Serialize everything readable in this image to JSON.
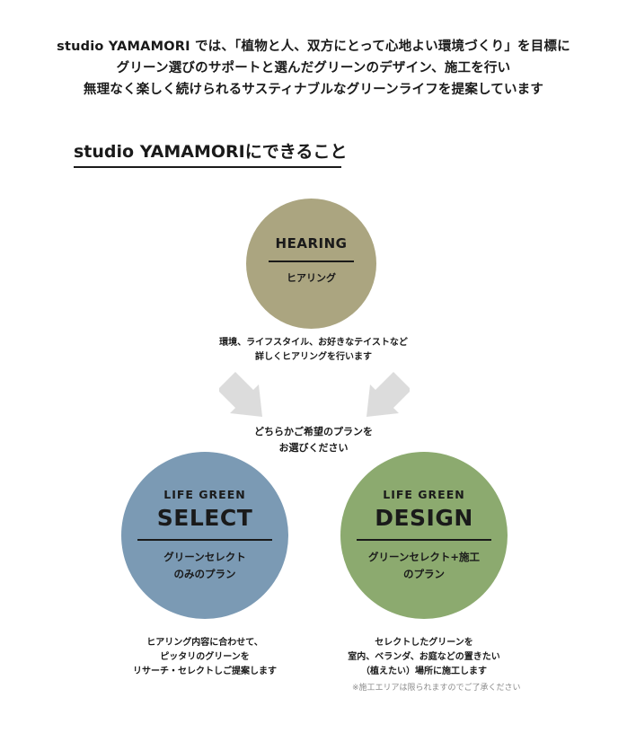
{
  "intro": {
    "line1": "studio YAMAMORI では、「植物と人、双方にとって心地よい環境づくり」を目標に",
    "line2": "グリーン選びのサポートと選んだグリーンのデザイン、施工を行い",
    "line3": "無理なく楽しく続けられるサスティナブルなグリーンライフを提案しています"
  },
  "section_title": "studio  YAMAMORIにできること",
  "hearing": {
    "title_en": "HEARING",
    "title_ja": "ヒアリング",
    "desc_line1": "環境、ライフスタイル、お好きなテイストなど",
    "desc_line2": "詳しくヒアリングを行います"
  },
  "choose": {
    "line1": "どちらかご希望のプランを",
    "line2": "お選びください"
  },
  "select_plan": {
    "label_small": "LIFE GREEN",
    "label_large": "SELECT",
    "ja_line1": "グリーンセレクト",
    "ja_line2": "のみのプラン",
    "desc_line1": "ヒアリング内容に合わせて、",
    "desc_line2": "ピッタリのグリーンを",
    "desc_line3": "リサーチ・セレクトしご提案します"
  },
  "design_plan": {
    "label_small": "LIFE GREEN",
    "label_large": "DESIGN",
    "ja_line1": "グリーンセレクト+施工",
    "ja_line2": "のプラン",
    "desc_line1": "セレクトしたグリーンを",
    "desc_line2": "室内、ベランダ、お庭などの置きたい",
    "desc_line3": "（植えたい）場所に施工します",
    "note": "※施工エリアは限られますのでご了承ください"
  },
  "colors": {
    "hearing_circle": "#aba580",
    "select_circle": "#7b9ab4",
    "design_circle": "#8caa6f",
    "arrow": "#dcdcdc"
  },
  "icons": {
    "left_arrow": "arrow-down-right-icon",
    "right_arrow": "arrow-down-left-icon"
  }
}
